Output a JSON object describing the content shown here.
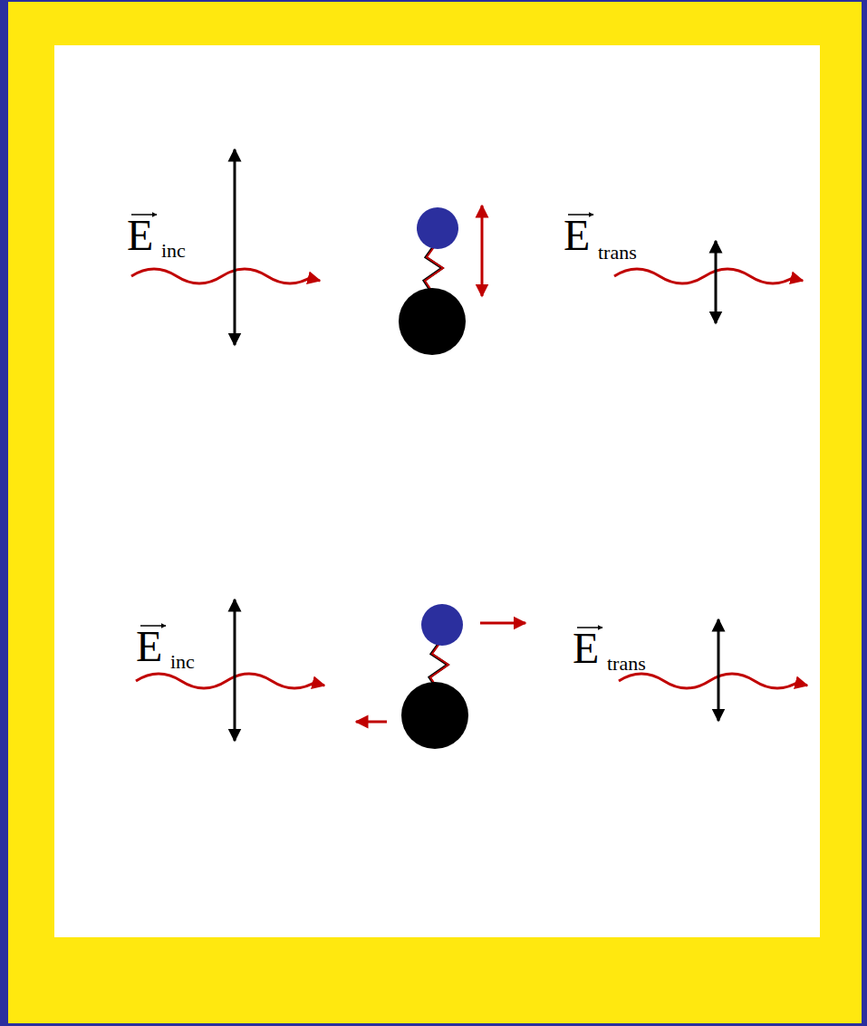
{
  "diagram": {
    "labels": [
      "E",
      "inc",
      "E",
      "trans",
      "E",
      "inc",
      "E",
      "trans"
    ]
  }
}
